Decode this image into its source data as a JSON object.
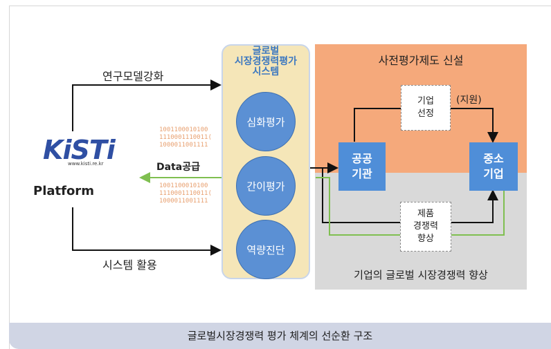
{
  "left": {
    "logo_text": "KiSTi",
    "logo_url": "www.kisti.re.kr",
    "platform": "Platform",
    "label_top": "연구모델강화",
    "label_data": "Data공급",
    "label_bottom": "시스템 활용",
    "binary_top": "1001100010100\n1110001110011(\n1000011001111",
    "binary_bottom": "1001100010100\n1110001110011(\n1000011001111"
  },
  "system": {
    "title": "글로벌\n시장경쟁력평가\n시스템",
    "items": [
      "심화평가",
      "간이평가",
      "역량진단"
    ]
  },
  "right": {
    "orange_title": "사전평가제도 신설",
    "gray_title": "기업의 글로벌 시장경쟁력 향상",
    "public_org": "공공\n기관",
    "sme": "중소\n기업",
    "select": "기업\n선정",
    "support": "(지원)",
    "product": "제품\n경쟁력\n향상"
  },
  "caption": "글로벌시장경쟁력 평가 체계의 선순환 구조",
  "colors": {
    "orange": "#f5a97b",
    "gray": "#d9d9d9",
    "blue": "#4f8ed8",
    "green": "#7fbf50",
    "caption_bg": "#d0d5e4"
  }
}
